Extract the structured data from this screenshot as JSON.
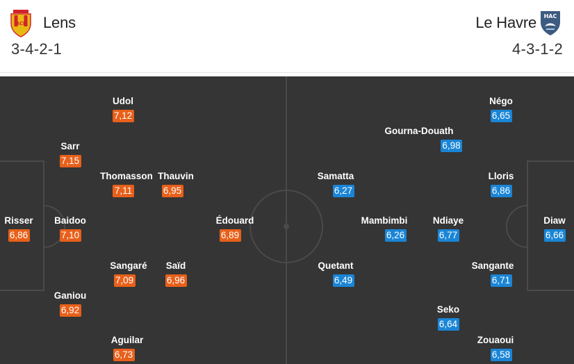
{
  "home": {
    "name": "Lens",
    "formation": "3-4-2-1",
    "colors": {
      "rating": "#e8601a",
      "crest_primary": "#e8b812",
      "crest_secondary": "#d2232a"
    },
    "crest_icon": "rc-lens-crest-icon",
    "players": [
      {
        "name": "Risser",
        "rating": "6,86"
      },
      {
        "name": "Sarr",
        "rating": "7,15"
      },
      {
        "name": "Baidoo",
        "rating": "7,10"
      },
      {
        "name": "Ganiou",
        "rating": "6,92"
      },
      {
        "name": "Udol",
        "rating": "7,12"
      },
      {
        "name": "Thomasson",
        "rating": "7,11"
      },
      {
        "name": "Sangaré",
        "rating": "7,09"
      },
      {
        "name": "Aguilar",
        "rating": "6,73"
      },
      {
        "name": "Thauvin",
        "rating": "6,95"
      },
      {
        "name": "Saïd",
        "rating": "6,96"
      },
      {
        "name": "Édouard",
        "rating": "6,89"
      }
    ]
  },
  "away": {
    "name": "Le Havre",
    "formation": "4-3-1-2",
    "colors": {
      "rating": "#1a85d6",
      "crest_primary": "#3d5a80",
      "crest_secondary": "#ffffff"
    },
    "crest_icon": "le-havre-crest-icon",
    "crest_text": "HAC",
    "players": [
      {
        "name": "Diaw",
        "rating": "6,66"
      },
      {
        "name": "Négo",
        "rating": "6,65"
      },
      {
        "name": "Lloris",
        "rating": "6,86"
      },
      {
        "name": "Sangante",
        "rating": "6,71"
      },
      {
        "name": "Zouaoui",
        "rating": "6,58"
      },
      {
        "name": "Gourna-Douath",
        "rating": "6,98"
      },
      {
        "name": "Ndiaye",
        "rating": "6,77"
      },
      {
        "name": "Seko",
        "rating": "6,64"
      },
      {
        "name": "Mambimbi",
        "rating": "6,26"
      },
      {
        "name": "Samatta",
        "rating": "6,27"
      },
      {
        "name": "Quetant",
        "rating": "6,49"
      }
    ]
  },
  "pitch": {
    "background": "#353535",
    "line_color": "#4a4a4a"
  }
}
